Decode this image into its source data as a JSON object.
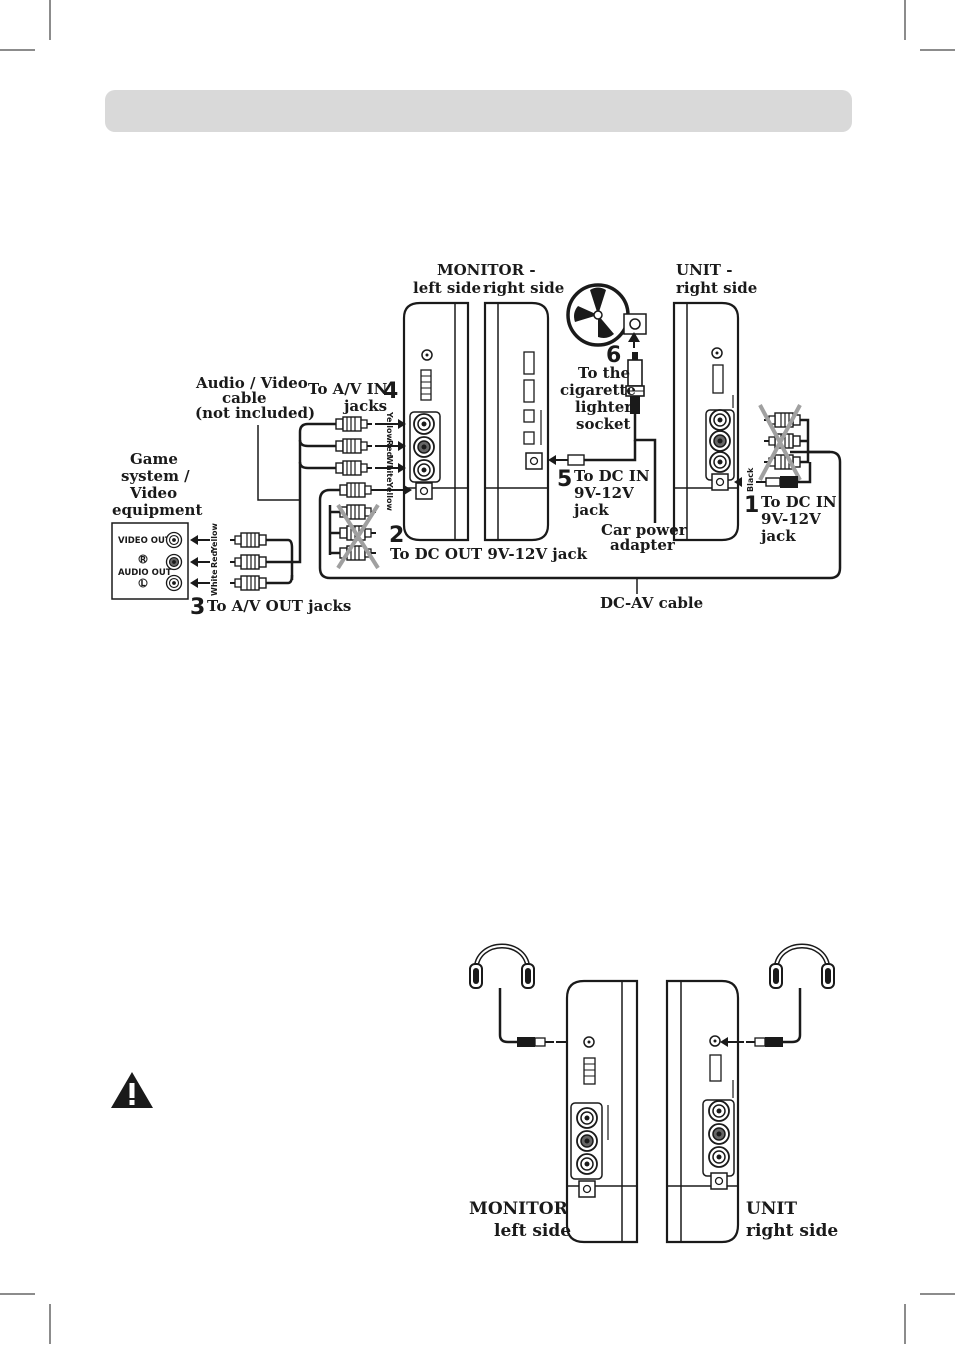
{
  "colors": {
    "header_bar": "#d9d9d9",
    "ink": "#1a1a1a",
    "cross": "#a0a0a0"
  },
  "labels": {
    "monitor_title_1": "MONITOR -",
    "monitor_left": "left side",
    "monitor_right": "right side",
    "unit_title_1": "UNIT -",
    "unit_right": "right side",
    "av_cable_1": "Audio / Video",
    "av_cable_2": "cable",
    "av_cable_3": "(not included)",
    "to_av_in_1": "To A/V IN",
    "to_av_in_2": "jacks",
    "game_1": "Game",
    "game_2": "system /",
    "game_3": "Video",
    "game_4": "equipment",
    "video_out": "VIDEO OUT",
    "audio_out": "AUDIO OUT",
    "jack_r": "R",
    "jack_l": "L",
    "to_av_out": "To A/V OUT jacks",
    "to_dc_out": "To DC OUT 9V-12V jack",
    "cig_1": "To the",
    "cig_2": "cigarette",
    "cig_3": "lighter",
    "cig_4": "socket",
    "dcin5_1": "To DC IN",
    "dcin5_2": "9V-12V",
    "dcin5_3": "jack",
    "adapter_1": "Car power",
    "adapter_2": "adapter",
    "dcin1_1": "To DC IN",
    "dcin1_2": "9V-12V",
    "dcin1_3": "jack",
    "dcav_cable": "DC-AV cable",
    "monitor_bottom_1": "MONITOR",
    "monitor_bottom_2": "left side",
    "unit_bottom_1": "UNIT",
    "unit_bottom_2": "right side"
  },
  "color_words": {
    "jack_yellow": "Yellow",
    "jack_red": "Red",
    "jack_white": "White",
    "jack_yellow2": "Yellow",
    "plug_white": "White",
    "plug_red": "Red",
    "plug_yellow": "Yellow",
    "black": "Black"
  },
  "steps": {
    "s1": "1",
    "s2": "2",
    "s3": "3",
    "s4": "4",
    "s5": "5",
    "s6": "6"
  },
  "icons": {
    "warning": "warning-triangle-icon",
    "headphones": "headphones-icon",
    "fan": "fan-icon"
  }
}
